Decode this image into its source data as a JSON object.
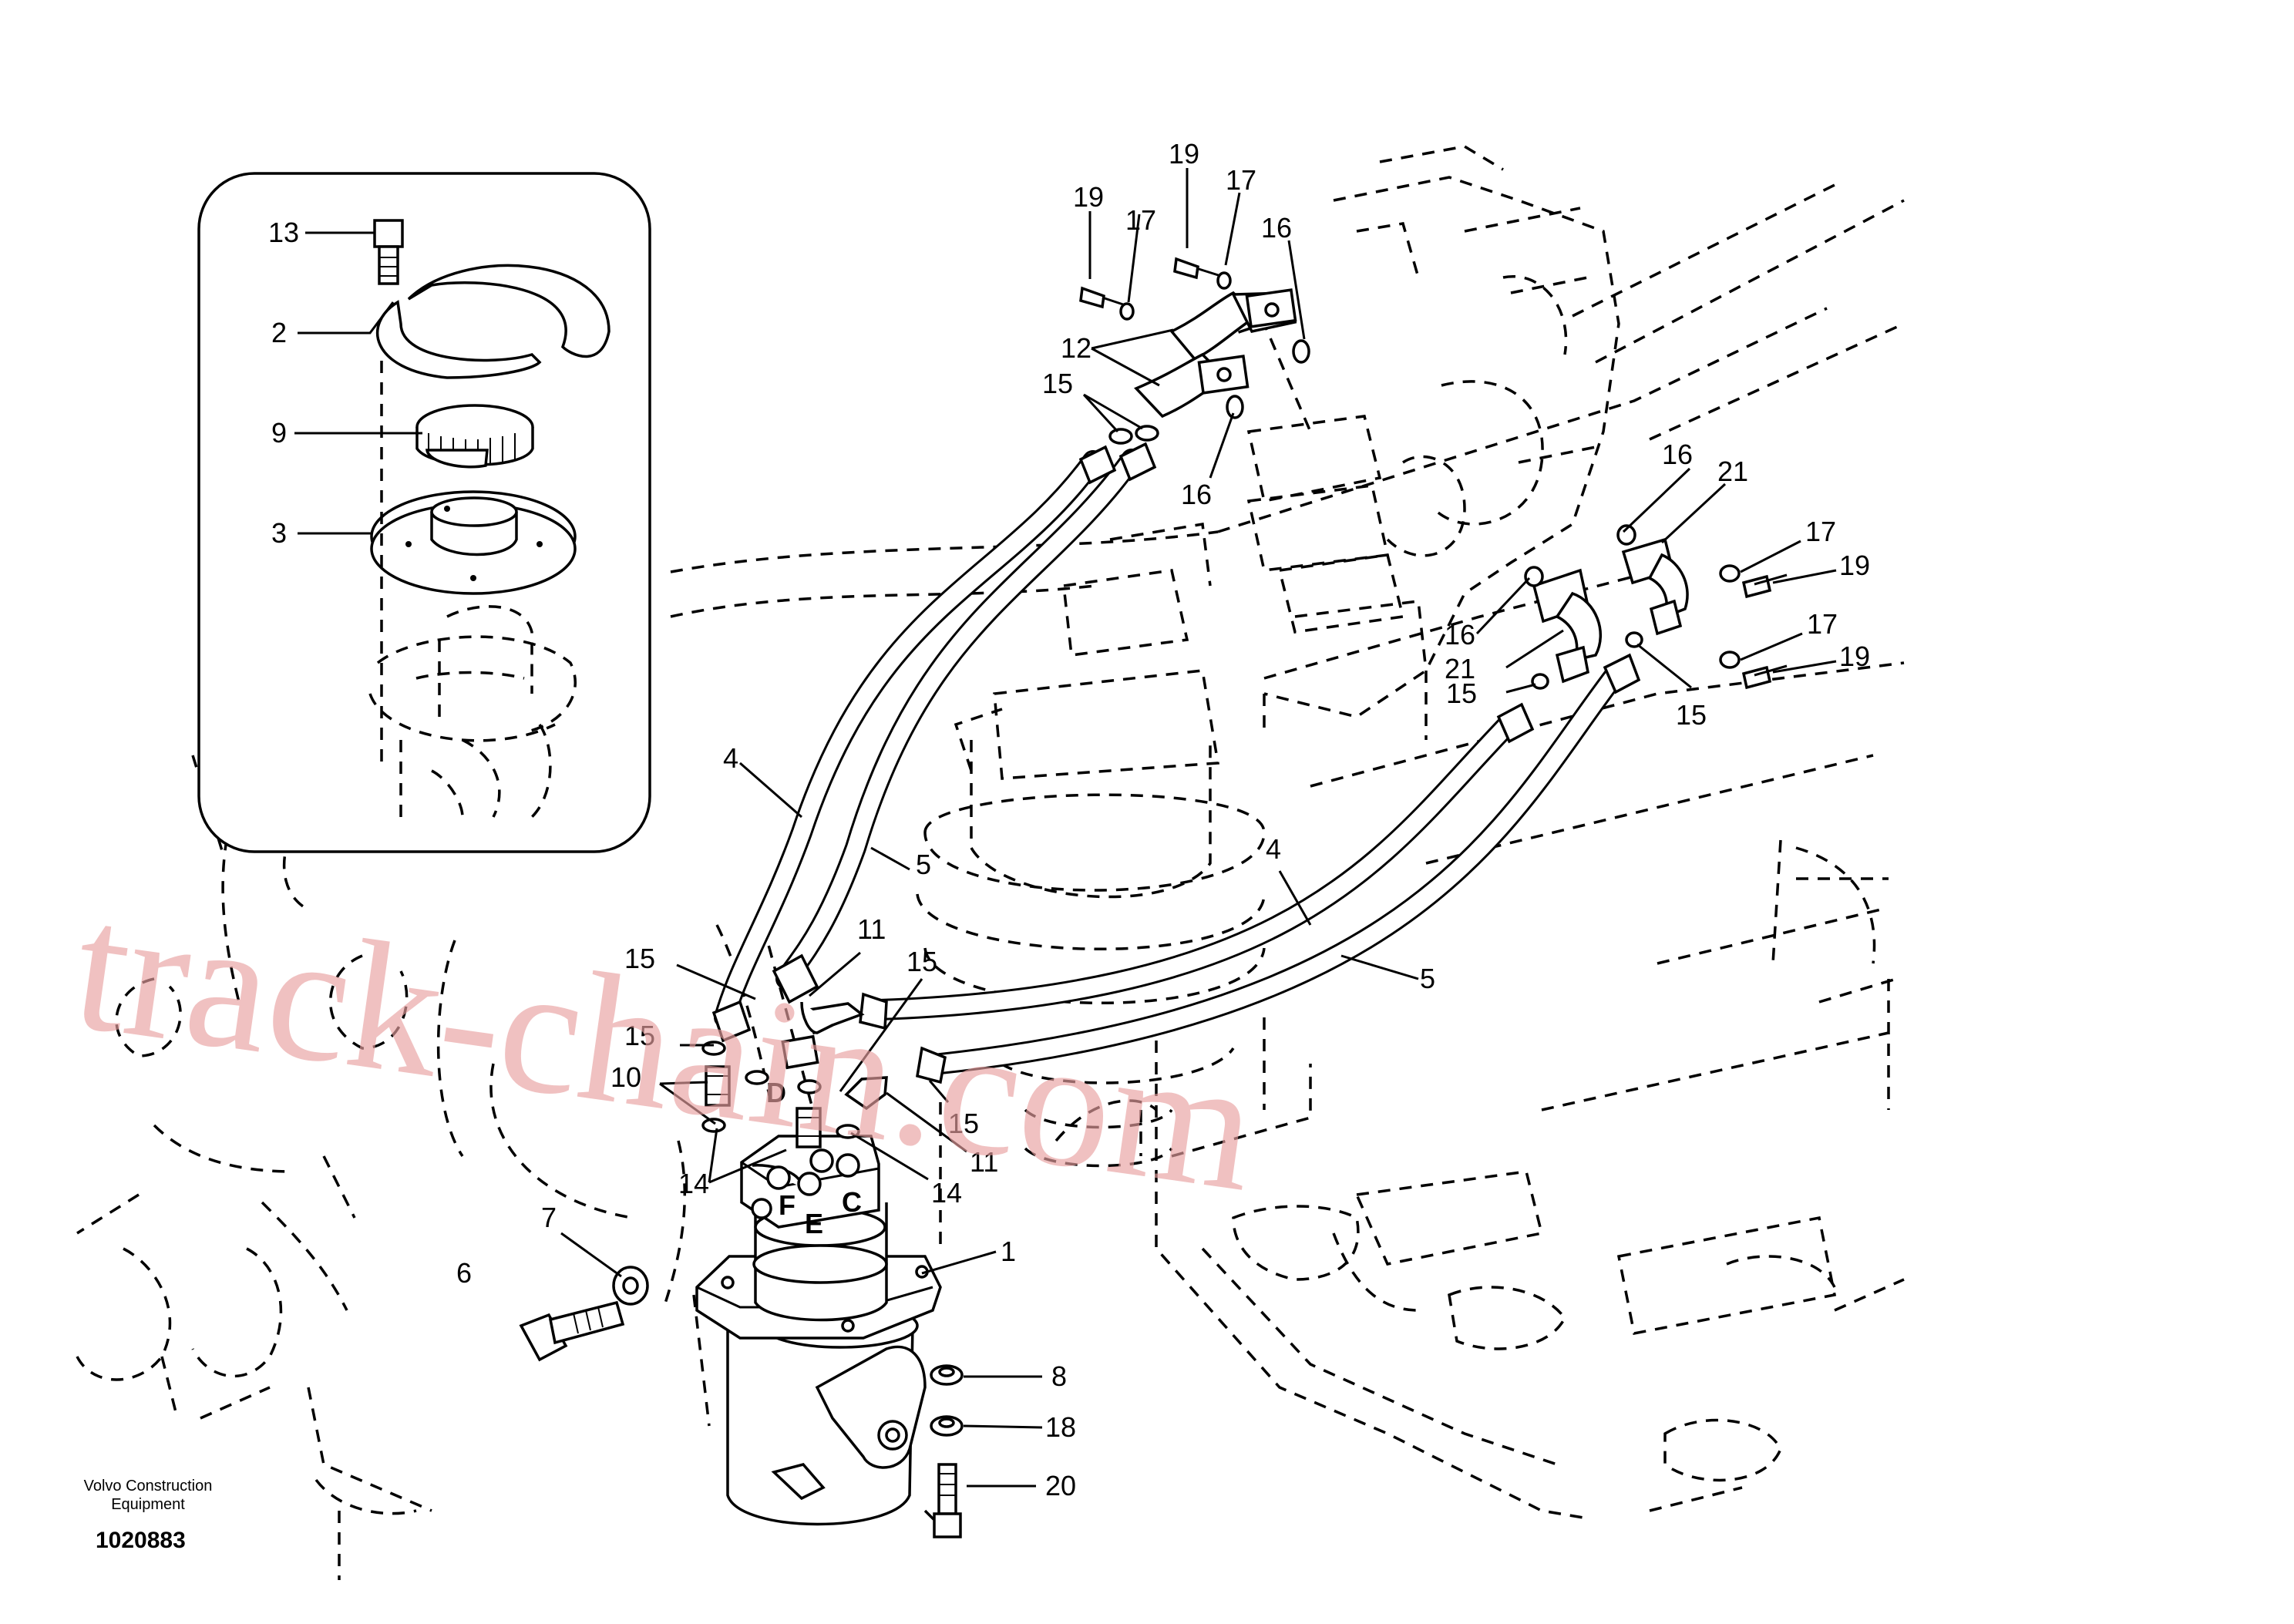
{
  "watermark": "track-chain.com",
  "brand": {
    "line1": "Volvo Construction",
    "line2": "Equipment",
    "figure_number": "1020883"
  },
  "callouts": {
    "inset_13": "13",
    "inset_2": "2",
    "inset_9": "9",
    "inset_3": "3",
    "p19a": "19",
    "p17a": "17",
    "p19b": "19",
    "p17b": "17",
    "p16a": "16",
    "p12": "12",
    "p15a": "15",
    "p16b": "16",
    "p16c": "16",
    "p21a": "21",
    "p17c": "17",
    "p19c": "19",
    "p16d": "16",
    "p21b": "21",
    "p17d": "17",
    "p19d": "19",
    "p15b": "15",
    "p15c": "15",
    "p4a": "4",
    "p5a": "5",
    "p4b": "4",
    "p5b": "5",
    "p11a": "11",
    "p15d": "15",
    "p15e": "15",
    "p15f": "15",
    "p10": "10",
    "p15g": "15",
    "p11b": "11",
    "p14a": "14",
    "p14b": "14",
    "p1": "1",
    "p7": "7",
    "p6": "6",
    "p8": "8",
    "p18": "18",
    "p20": "20"
  },
  "port_letters": {
    "D": "D",
    "F": "F",
    "C": "C",
    "E": "E"
  }
}
